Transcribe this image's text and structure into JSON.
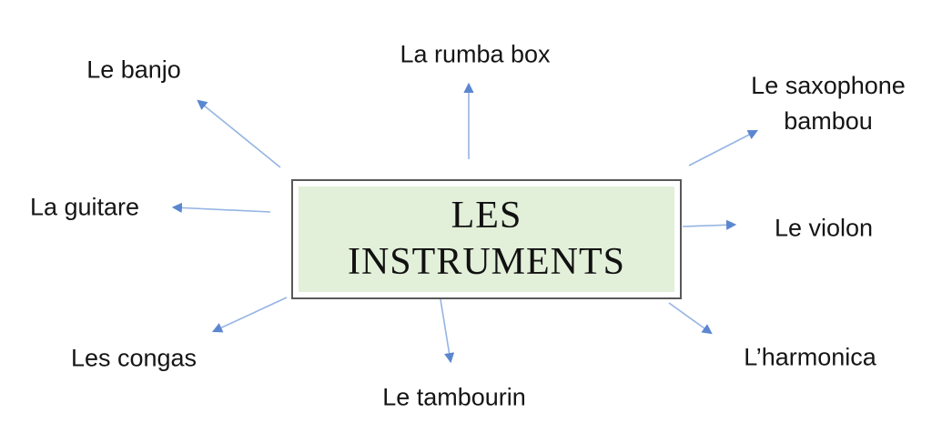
{
  "diagram": {
    "title": "LES INSTRUMENTS",
    "center": {
      "line1": "LES",
      "line2": "INSTRUMENTS"
    },
    "nodes": [
      {
        "id": "banjo",
        "label": "Le banjo"
      },
      {
        "id": "rumba-box",
        "label": "La rumba box"
      },
      {
        "id": "saxophone-bambou",
        "label": "Le saxophone bambou"
      },
      {
        "id": "guitare",
        "label": "La guitare"
      },
      {
        "id": "violon",
        "label": "Le violon"
      },
      {
        "id": "congas",
        "label": "Les congas"
      },
      {
        "id": "tambourin",
        "label": "Le tambourin"
      },
      {
        "id": "harmonica",
        "label": "L’harmonica"
      }
    ],
    "colors": {
      "box_fill": "#e2efd9",
      "box_border": "#595959",
      "arrow_line": "#95b4e3",
      "arrow_head": "#5b87d0",
      "text": "#151515"
    }
  }
}
